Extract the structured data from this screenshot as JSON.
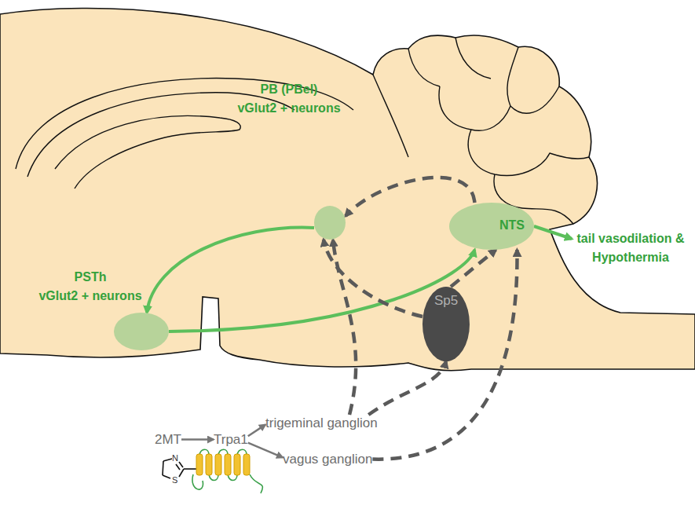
{
  "diagram": {
    "nodes": [
      {
        "text": [
          "PB (PBel)",
          "vGlut2 + neurons"
        ]
      },
      {
        "text": [
          "PSTh",
          "vGlut2 + neurons"
        ]
      },
      {
        "text": [
          "NTS"
        ]
      },
      {
        "text": [
          "Sp5"
        ]
      },
      {
        "text": [
          "trigeminal ganglion"
        ]
      },
      {
        "text": [
          "vagus ganglion"
        ]
      },
      {
        "text": [
          "2MT"
        ]
      },
      {
        "text": [
          "Trpa1"
        ]
      },
      {
        "text": [
          "tail vasodilation & Hypothermia"
        ]
      }
    ],
    "edges": [
      {
        "from": 6,
        "to": 7,
        "arrow": "to"
      },
      {
        "from": 7,
        "to": 4,
        "arrow": "to"
      },
      {
        "from": 7,
        "to": 5,
        "arrow": "to"
      },
      {
        "from": 0,
        "to": 1,
        "arrow": "to"
      },
      {
        "from": 1,
        "to": 2,
        "arrow": "to"
      },
      {
        "from": 2,
        "to": 8,
        "arrow": "to"
      },
      {
        "from": 4,
        "to": 3,
        "arrow": "to"
      },
      {
        "from": 3,
        "to": 2,
        "arrow": "to"
      },
      {
        "from": 4,
        "to": 0,
        "arrow": "to"
      },
      {
        "from": 3,
        "to": 0,
        "arrow": "to"
      },
      {
        "from": 5,
        "to": 2,
        "arrow": "to"
      },
      {
        "from": 2,
        "to": 0,
        "arrow": "to"
      }
    ],
    "labels": [
      "N",
      "S"
    ]
  }
}
